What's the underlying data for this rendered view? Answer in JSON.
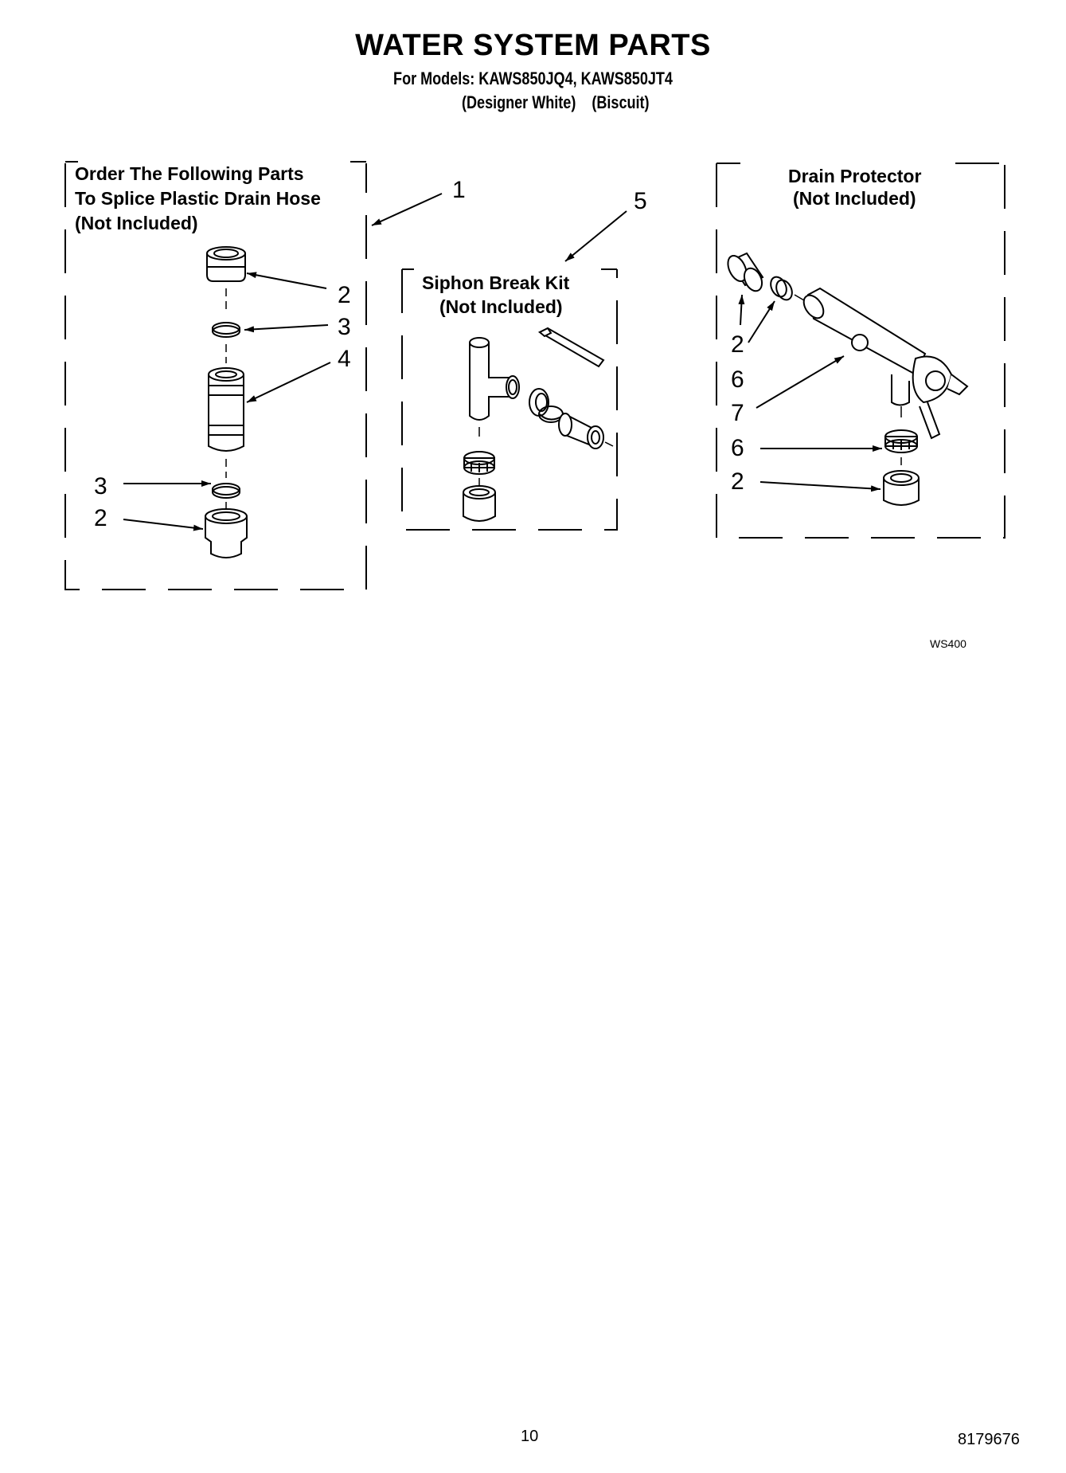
{
  "header": {
    "title": "WATER SYSTEM PARTS",
    "models_line": "For Models: KAWS850JQ4, KAWS850JT4",
    "variants_line": "(Designer White)    (Biscuit)"
  },
  "groups": {
    "splice": {
      "line1": "Order The Following Parts",
      "line2": "To Splice Plastic Drain Hose",
      "line3": "(Not Included)"
    },
    "siphon": {
      "line1": "Siphon Break Kit",
      "line2": "(Not Included)"
    },
    "drain": {
      "line1": "Drain Protector",
      "line2": "(Not Included)"
    }
  },
  "callouts": {
    "c1": "1",
    "c5": "5",
    "splice_2a": "2",
    "splice_3a": "3",
    "splice_4": "4",
    "splice_3b": "3",
    "splice_2b": "2",
    "drain_2a": "2",
    "drain_6a": "6",
    "drain_7": "7",
    "drain_6b": "6",
    "drain_2b": "2"
  },
  "figure_code": "WS400",
  "footer": {
    "page_number": "10",
    "doc_number": "8179676"
  }
}
